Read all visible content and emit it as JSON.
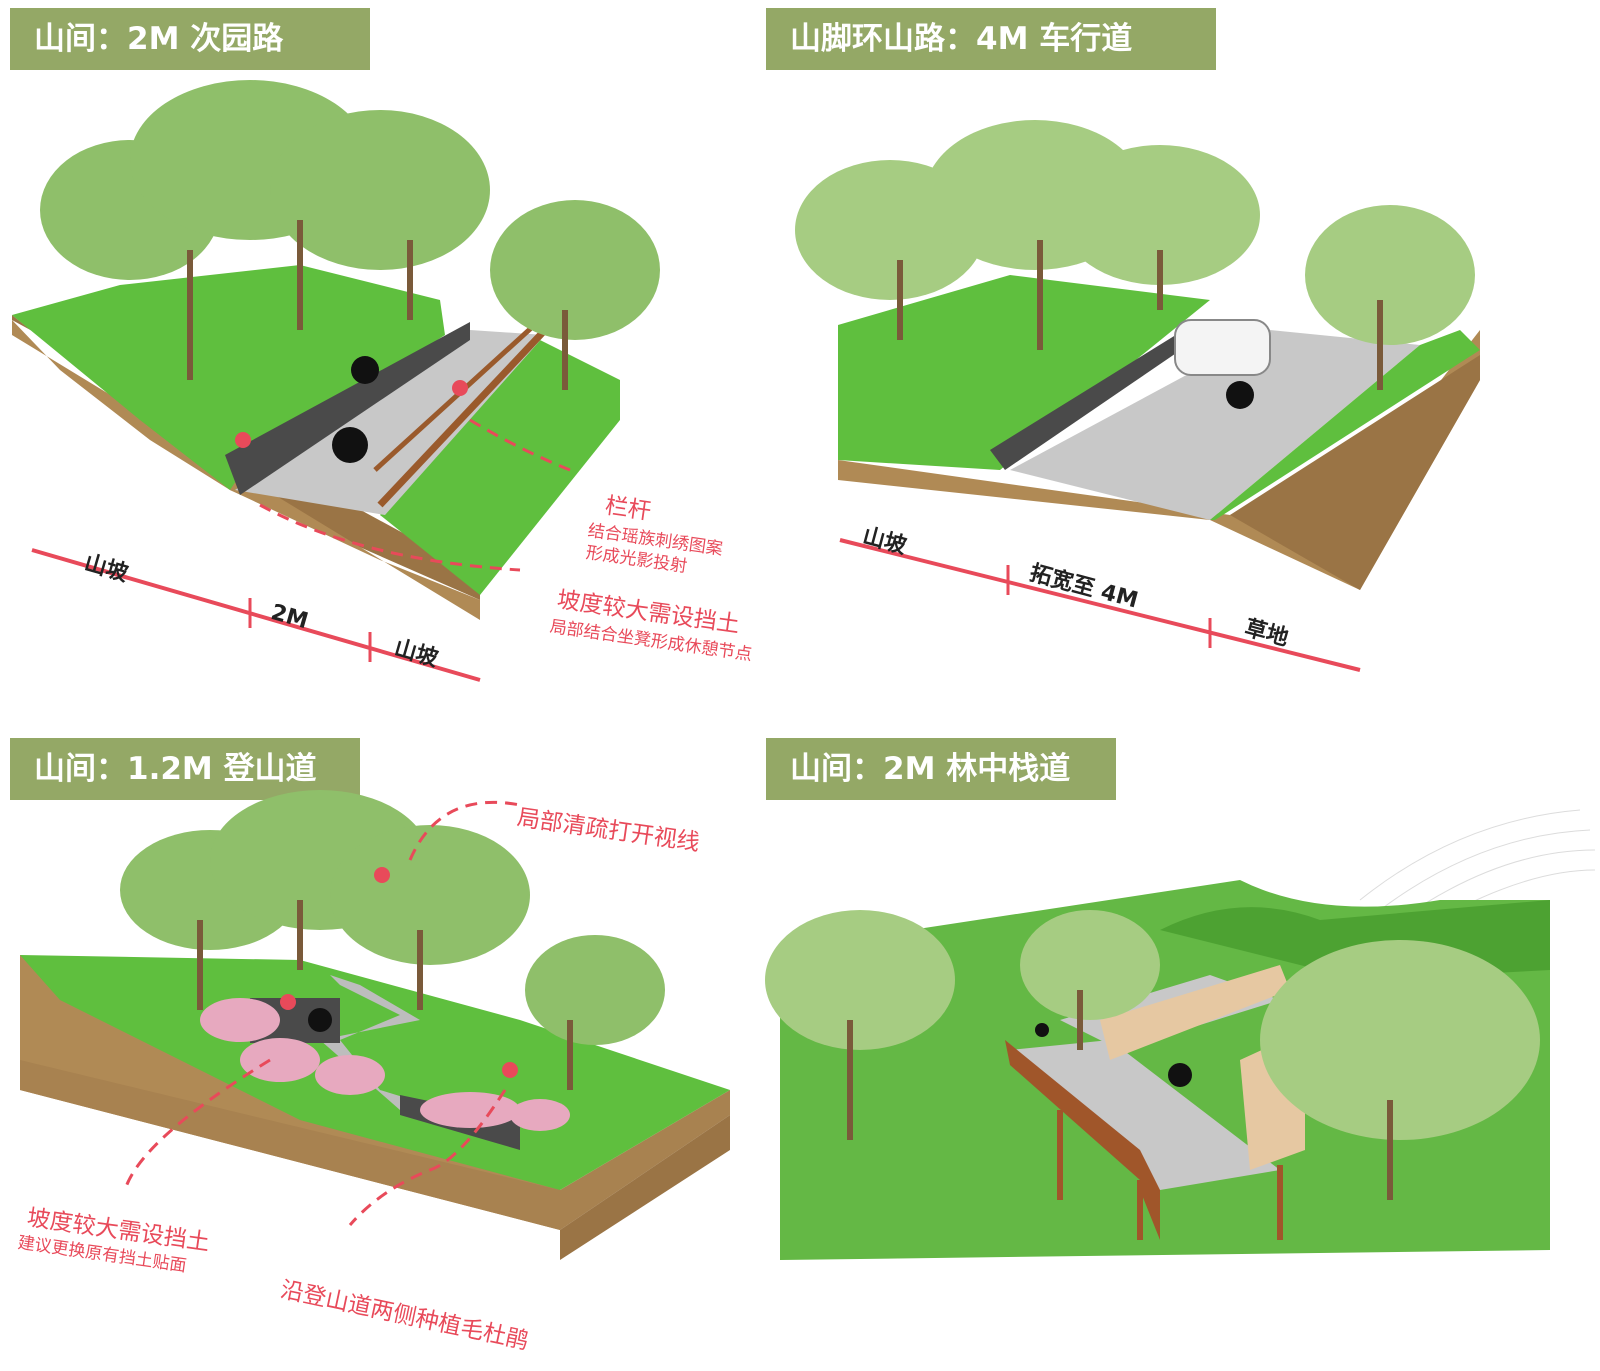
{
  "panels": [
    {
      "id": "p1",
      "title": "山间：2M 次园路",
      "dimension_labels": [
        "山坡",
        "2M",
        "山坡"
      ],
      "annotations": [
        {
          "main": "栏杆",
          "sub": [
            "结合瑶族刺绣图案",
            "形成光影投射"
          ]
        },
        {
          "main": "坡度较大需设挡土",
          "sub": [
            "局部结合坐凳形成休憩节点"
          ]
        }
      ]
    },
    {
      "id": "p2",
      "title": "山脚环山路：4M 车行道",
      "dimension_labels": [
        "山坡",
        "拓宽至 4M",
        "草地"
      ]
    },
    {
      "id": "p3",
      "title": "山间：1.2M 登山道",
      "annotations": [
        {
          "main": "局部清疏打开视线",
          "sub": []
        },
        {
          "main": "坡度较大需设挡土",
          "sub": [
            "建议更换原有挡土贴面"
          ]
        },
        {
          "main": "沿登山道两侧种植毛杜鹃",
          "sub": []
        }
      ]
    },
    {
      "id": "p4",
      "title": "山间：2M 林中栈道"
    }
  ],
  "colors": {
    "badge": "#94a866",
    "annotation": "#e84a5a",
    "grass": "#5fbf3e",
    "soil": "#b08a55",
    "foliage": "#8fbf6a",
    "trunk": "#7a5a3a",
    "paving": "#c8c8c8",
    "timber": "#a0562a",
    "rail": "#9a5a2c"
  }
}
